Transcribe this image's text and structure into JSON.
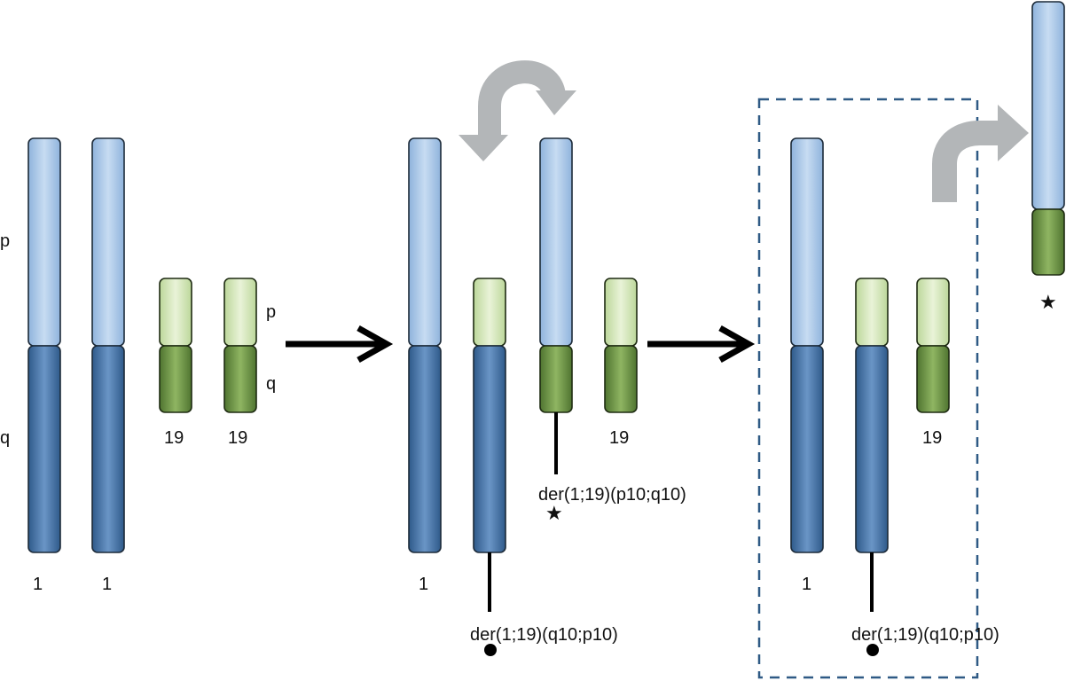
{
  "colors": {
    "chr1_p": "#a9c6e6",
    "chr1_q": "#4a76a8",
    "chr19_p": "#d3e6b5",
    "chr19_q": "#6d9444",
    "arrow_black": "#000000",
    "arrow_gray": "#b3b6b8",
    "dashed_box": "#2f5a85"
  },
  "labels": {
    "arm_p": "p",
    "arm_q": "q",
    "chr1": "1",
    "chr19": "19",
    "der_q10p10": "der(1;19)(q10;p10)",
    "der_p10q10": "der(1;19)(p10;q10)"
  },
  "symbols": {
    "star": "★"
  },
  "icons": [
    "right-arrow-icon",
    "curved-swap-arrow-icon",
    "curved-up-arrow-icon",
    "dot-marker-icon",
    "star-marker-icon"
  ]
}
